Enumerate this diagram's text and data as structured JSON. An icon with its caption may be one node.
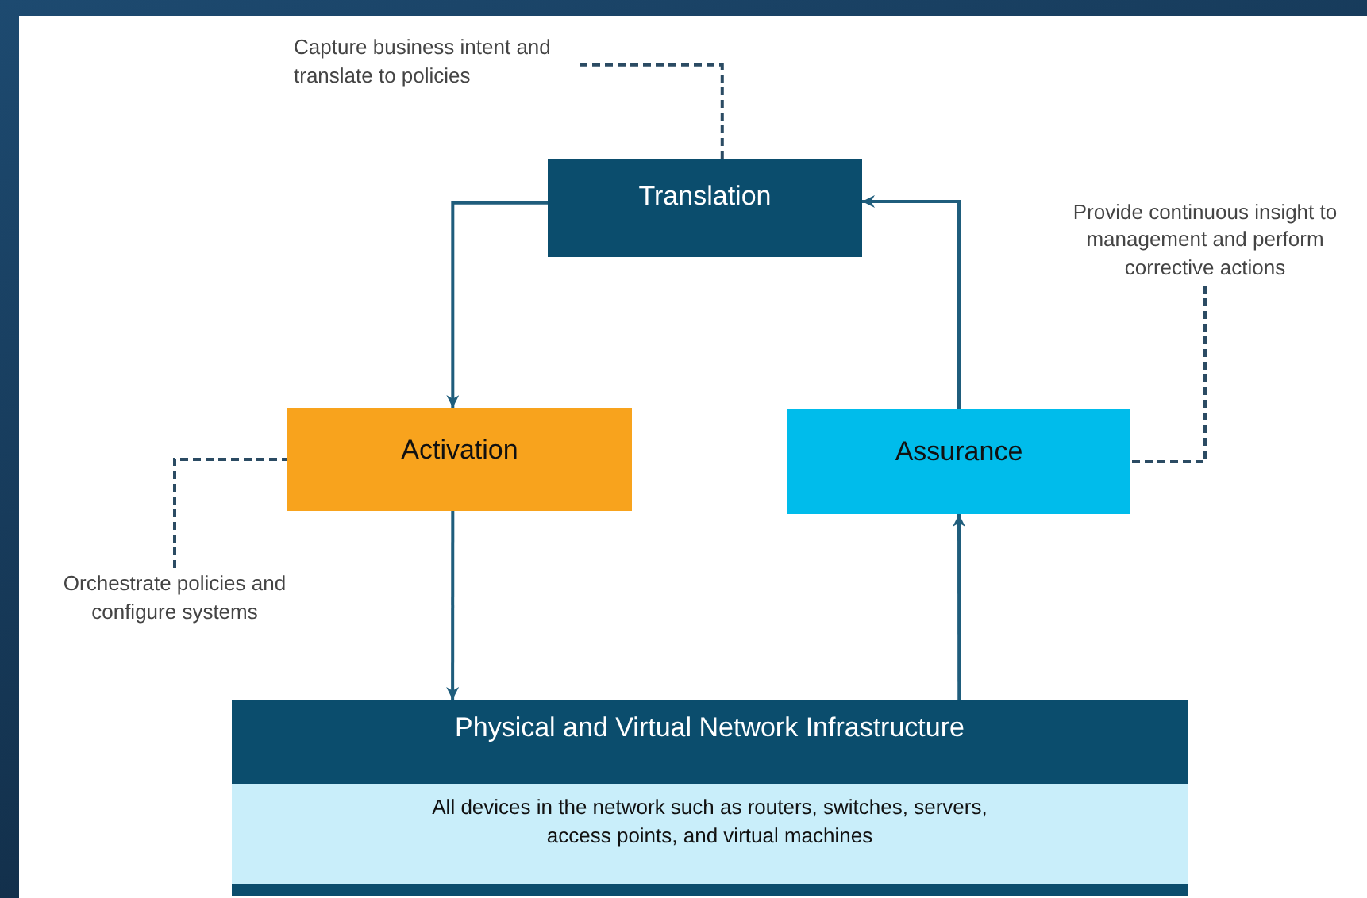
{
  "diagram": {
    "nodes": [
      {
        "text": [
          "Capture business intent and translate to policies"
        ]
      },
      {
        "text": [
          "Translation"
        ]
      },
      {
        "text": [
          "Provide continuous insight to management and perform corrective actions"
        ]
      },
      {
        "text": [
          "Activation"
        ]
      },
      {
        "text": [
          "Assurance"
        ]
      },
      {
        "text": [
          "Orchestrate policies and configure systems"
        ]
      },
      {
        "text": [
          "Physical and Virtual Network Infrastructure",
          "All devices in the network such as routers, switches, servers, access points, and virtual machines"
        ]
      }
    ],
    "edges": [
      {
        "from": 0,
        "to": 1,
        "arrow": "none",
        "style": "dashed"
      },
      {
        "from": 1,
        "to": 3,
        "arrow": "to"
      },
      {
        "from": 3,
        "to": 6,
        "arrow": "to"
      },
      {
        "from": 6,
        "to": 4,
        "arrow": "to"
      },
      {
        "from": 4,
        "to": 1,
        "arrow": "to"
      },
      {
        "from": 2,
        "to": 4,
        "arrow": "none",
        "style": "dashed"
      },
      {
        "from": 5,
        "to": 3,
        "arrow": "none",
        "style": "dashed"
      }
    ]
  }
}
